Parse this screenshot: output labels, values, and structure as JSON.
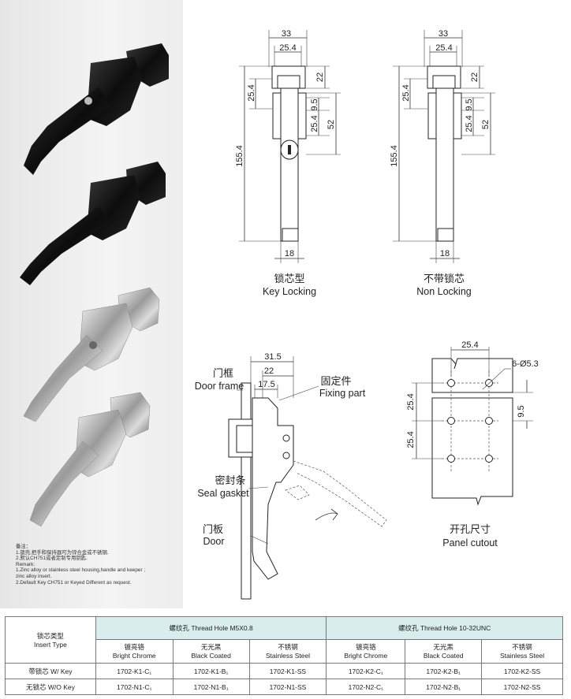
{
  "key_locking": {
    "label_cn": "锁芯型",
    "label_en": "Key Locking",
    "dim_top_outer": "33",
    "dim_top_inner": "25.4",
    "dim_left_25": "25.4",
    "dim_right_22": "22",
    "dim_right_95": "9.5",
    "dim_right_254": "25.4",
    "dim_right_52": "52",
    "dim_height": "155.4",
    "dim_bottom": "18"
  },
  "non_locking": {
    "label_cn": "不带锁芯",
    "label_en": "Non Locking",
    "dim_top_outer": "33",
    "dim_top_inner": "25.4",
    "dim_left_25": "25.4",
    "dim_right_22": "22",
    "dim_right_95": "9.5",
    "dim_right_254": "25.4",
    "dim_right_52": "52",
    "dim_height": "155.4",
    "dim_bottom": "18"
  },
  "side_view": {
    "dim_315": "31.5",
    "dim_22": "22",
    "dim_175": "17.5",
    "door_frame_cn": "门框",
    "door_frame_en": "Door frame",
    "fixing_cn": "固定件",
    "fixing_en": "Fixing part",
    "seal_cn": "密封条",
    "seal_en": "Seal gasket",
    "door_cn": "门板",
    "door_en": "Door"
  },
  "panel_cutout": {
    "dim_top": "25.4",
    "holes": "6-Ø5.3",
    "dim_95": "9.5",
    "dim_left_1": "25.4",
    "dim_left_2": "25.4",
    "label_cn": "开孔尺寸",
    "label_en": "Panel cutout"
  },
  "notes": {
    "title": "备注：",
    "cn_1": "1.锁壳,把手和保持器可为锌合金或不锈钢.",
    "cn_2": "2.默认CH751或者定制专用钥匙.",
    "remark": "Remark:",
    "en_1a": "1.Zinc alloy or  stainless steel housing,handle and keeper ;",
    "en_1b": "zinc alloy insert.",
    "en_2": "2.Default Key CH751 or Keyed Different as request."
  },
  "table": {
    "corner_cn": "锁芯类型",
    "corner_en": "Insert Type",
    "group1": "螺纹孔 Thread Hole  M5X0.8",
    "group2": "螺纹孔 Thread Hole 10-32UNC",
    "finishes": [
      {
        "cn": "镀亮铬",
        "en": "Bright Chrome"
      },
      {
        "cn": "无光黑",
        "en": "Black Coated"
      },
      {
        "cn": "不锈钢",
        "en": "Stainless Steel"
      },
      {
        "cn": "镀亮铬",
        "en": "Bright Chrome"
      },
      {
        "cn": "无光黑",
        "en": "Black Coated"
      },
      {
        "cn": "不锈钢",
        "en": "Stainless Steel"
      }
    ],
    "rows": [
      {
        "label": "带锁芯 W/ Key",
        "cells": [
          "1702-K1-C₁",
          "1702-K1-B₁",
          "1702-K1-SS",
          "1702-K2-C₁",
          "1702-K2-B₁",
          "1702-K2-SS"
        ]
      },
      {
        "label": "无锁芯 W/O Key",
        "cells": [
          "1702-N1-C₁",
          "1702-N1-B₁",
          "1702-N1-SS",
          "1702-N2-C₁",
          "1702-N2-B₁",
          "1702-N2-SS"
        ]
      }
    ]
  }
}
